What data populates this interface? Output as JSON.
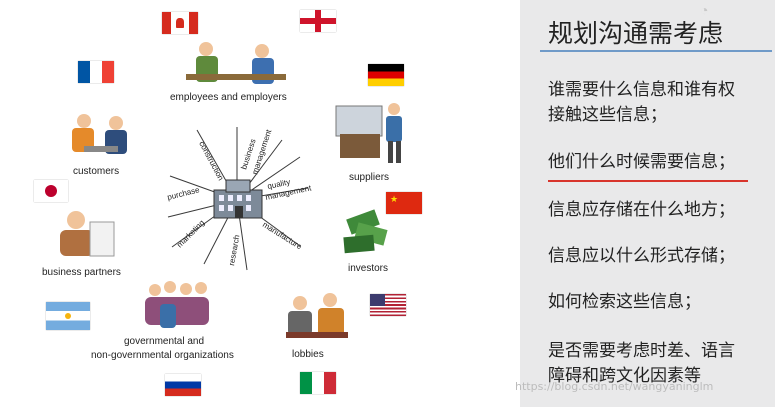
{
  "diagram": {
    "stakeholders": {
      "employees": "employees and employers",
      "customers": "customers",
      "suppliers": "suppliers",
      "partners": "business partners",
      "investors": "investors",
      "orgs_line1": "governmental and",
      "orgs_line2": "non-governmental organizations",
      "lobbies": "lobbies"
    },
    "spokes": {
      "construction": "construction",
      "business_management_1": "business",
      "business_management_2": "management",
      "quality_management_1": "quality",
      "quality_management_2": "management",
      "purchase": "purchase",
      "marketing": "marketing",
      "research": "research",
      "manufacture": "manufacture"
    }
  },
  "panel": {
    "title": "规划沟通需考虑",
    "items": [
      {
        "line1": "谁需要什么信息和谁有权",
        "line2": " 接触这些信息；"
      },
      {
        "line1": "他们什么时候需要信息；"
      },
      {
        "line1": "信息应存储在什么地方；"
      },
      {
        "line1": "信息应以什么形式存储；"
      },
      {
        "line1": "如何检索这些信息；"
      },
      {
        "line1": "是否需要考虑时差、语言",
        "line2": "障碍和跨文化因素等"
      }
    ],
    "watermark": "https://blog.csdn.net/wangyaninglm"
  },
  "colors": {
    "title_rule": "#6f9ac8",
    "highlight_underline": "#d8342c",
    "panel_bg": "#e9e9ea"
  }
}
